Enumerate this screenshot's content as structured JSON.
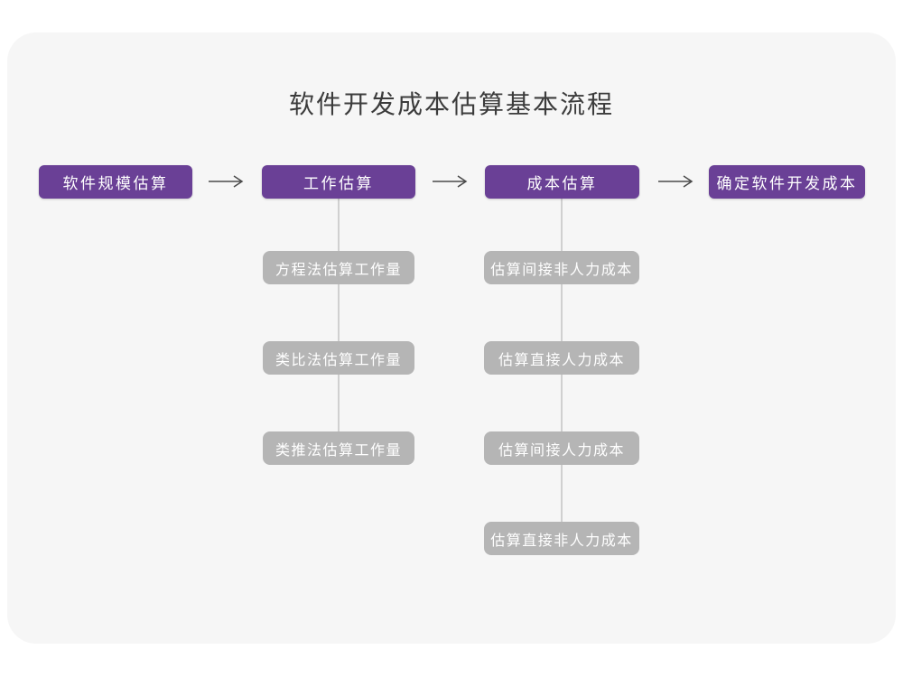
{
  "title": "软件开发成本估算基本流程",
  "colors": {
    "page_background": "#ffffff",
    "card_background": "#f6f6f6",
    "primary_node": "#6a4096",
    "secondary_node": "#b5b5b5",
    "node_text": "#ffffff",
    "title_text": "#3c3c3c",
    "connector_line": "#d0d0d0",
    "arrow": "#4a4a4a"
  },
  "flow": {
    "main_steps": [
      {
        "label": "软件规模估算"
      },
      {
        "label": "工作估算"
      },
      {
        "label": "成本估算"
      },
      {
        "label": "确定软件开发成本"
      }
    ],
    "arrow_icon": "right-arrow",
    "branches": [
      {
        "parent": "工作估算",
        "items": [
          {
            "label": "方程法估算工作量"
          },
          {
            "label": "类比法估算工作量"
          },
          {
            "label": "类推法估算工作量"
          }
        ]
      },
      {
        "parent": "成本估算",
        "items": [
          {
            "label": "估算间接非人力成本"
          },
          {
            "label": "估算直接人力成本"
          },
          {
            "label": "估算间接人力成本"
          },
          {
            "label": "估算直接非人力成本"
          }
        ]
      }
    ]
  }
}
